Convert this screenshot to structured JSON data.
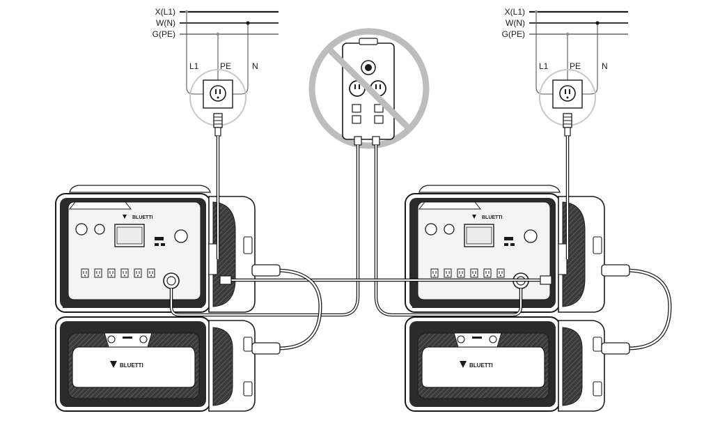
{
  "grid_left": {
    "line_x_label": "X(L1)",
    "line_w_label": "W(N)",
    "line_g_label": "G(PE)",
    "wire_l1_label": "L1",
    "wire_pe_label": "PE",
    "wire_n_label": "N"
  },
  "grid_right": {
    "line_x_label": "X(L1)",
    "line_w_label": "W(N)",
    "line_g_label": "G(PE)",
    "wire_l1_label": "L1",
    "wire_pe_label": "PE",
    "wire_n_label": "N"
  },
  "units": {
    "left_power_station_brand": "BLUETTI",
    "left_battery_brand": "BLUETTI",
    "right_power_station_brand": "BLUETTI",
    "right_battery_brand": "BLUETTI"
  },
  "prohibited_item": "power-strip-with-prohibition-sign",
  "colors": {
    "line": "#1a1a1a",
    "body_dark": "#2b2b2b",
    "panel_grey": "#dcdcdc",
    "prohibition": "#bdbdbd",
    "background": "#ffffff"
  }
}
